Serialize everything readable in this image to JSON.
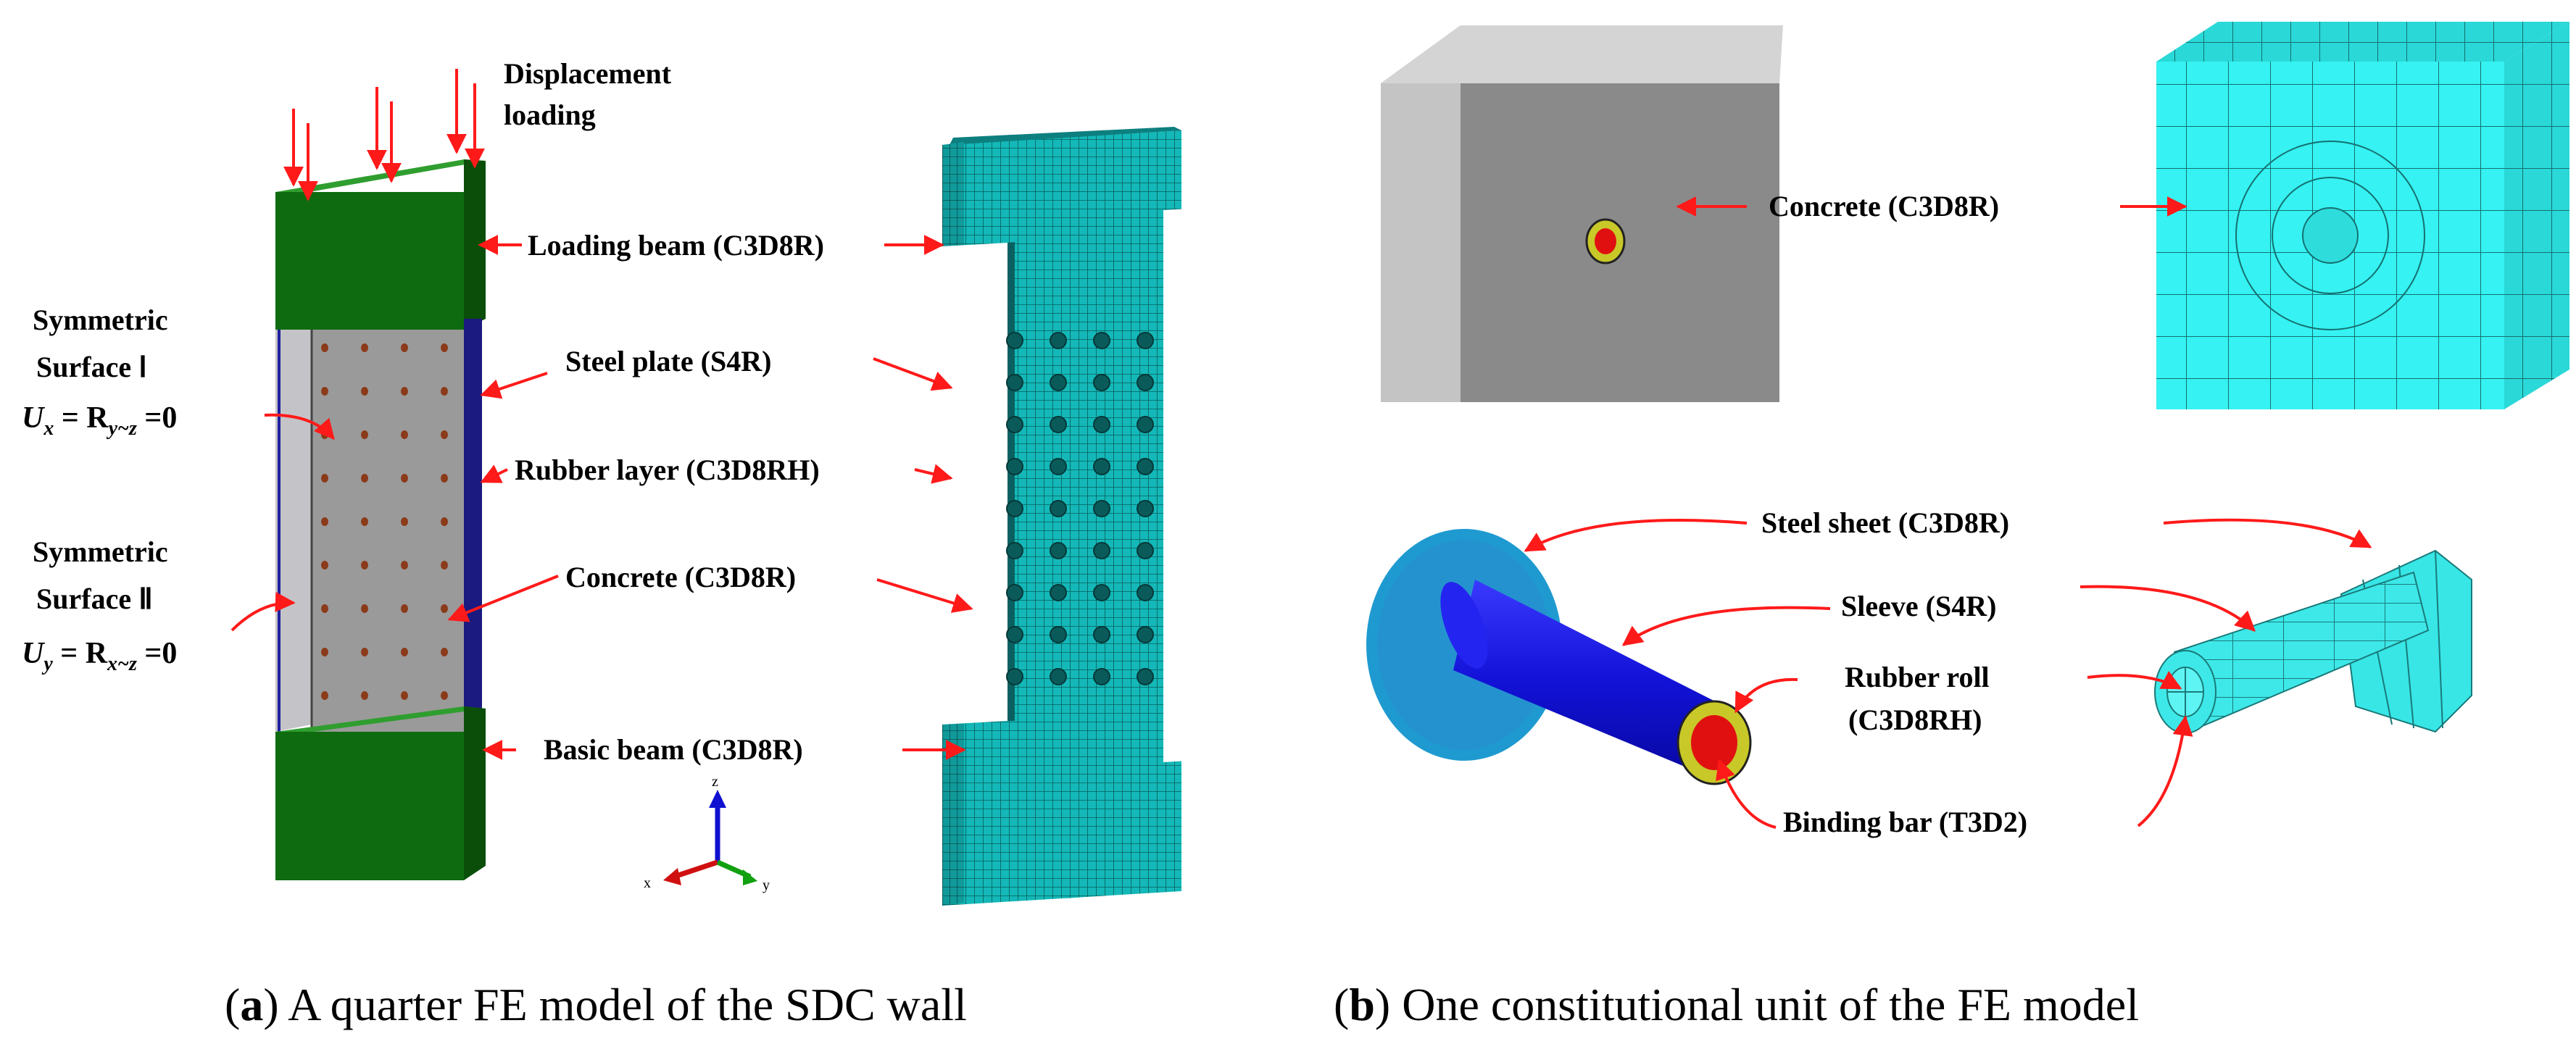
{
  "panel_a": {
    "caption_letter": "a",
    "caption_text": " A quarter FE model of the SDC wall",
    "labels": {
      "displacement_1": "Displacement",
      "displacement_2": "loading",
      "loading_beam": "Loading beam (C3D8R)",
      "steel_plate": "Steel plate (S4R)",
      "rubber_layer": "Rubber layer (C3D8RH)",
      "concrete": "Concrete (C3D8R)",
      "basic_beam": "Basic beam (C3D8R)",
      "sym1_line1": "Symmetric",
      "sym1_line2": "Surface  Ⅰ",
      "sym1_u": "U",
      "sym1_u_sub": "x",
      "sym1_eq": " = R",
      "sym1_r_sub": "y~z",
      "sym1_tail": " =0",
      "sym2_line1": "Symmetric",
      "sym2_line2": "Surface  Ⅱ",
      "sym2_u": "U",
      "sym2_u_sub": "y",
      "sym2_eq": " = R",
      "sym2_r_sub": "x~z",
      "sym2_tail": " =0"
    },
    "axes": {
      "z": "z",
      "x": "x",
      "y": "y"
    }
  },
  "panel_b": {
    "caption_letter": "b",
    "caption_text": " One constitutional unit of the FE model",
    "labels": {
      "concrete": "Concrete  (C3D8R)",
      "steel_sheet": "Steel sheet  (C3D8R)",
      "sleeve": "Sleeve (S4R)",
      "rubber_roll_1": "Rubber roll",
      "rubber_roll_2": "(C3D8RH)",
      "binding_bar": "Binding bar  (T3D2)"
    }
  },
  "colors": {
    "beam_green": "#0f6b0f",
    "plate_grey": "#9a9a9a",
    "mesh_cyan": "#14b0b0",
    "mesh_bright": "#33f0f0",
    "arrow_red": "#ff1a1a",
    "rod_blue": "#1414e0",
    "rubber_yellow": "#c8c828",
    "bar_red": "#e01010"
  }
}
